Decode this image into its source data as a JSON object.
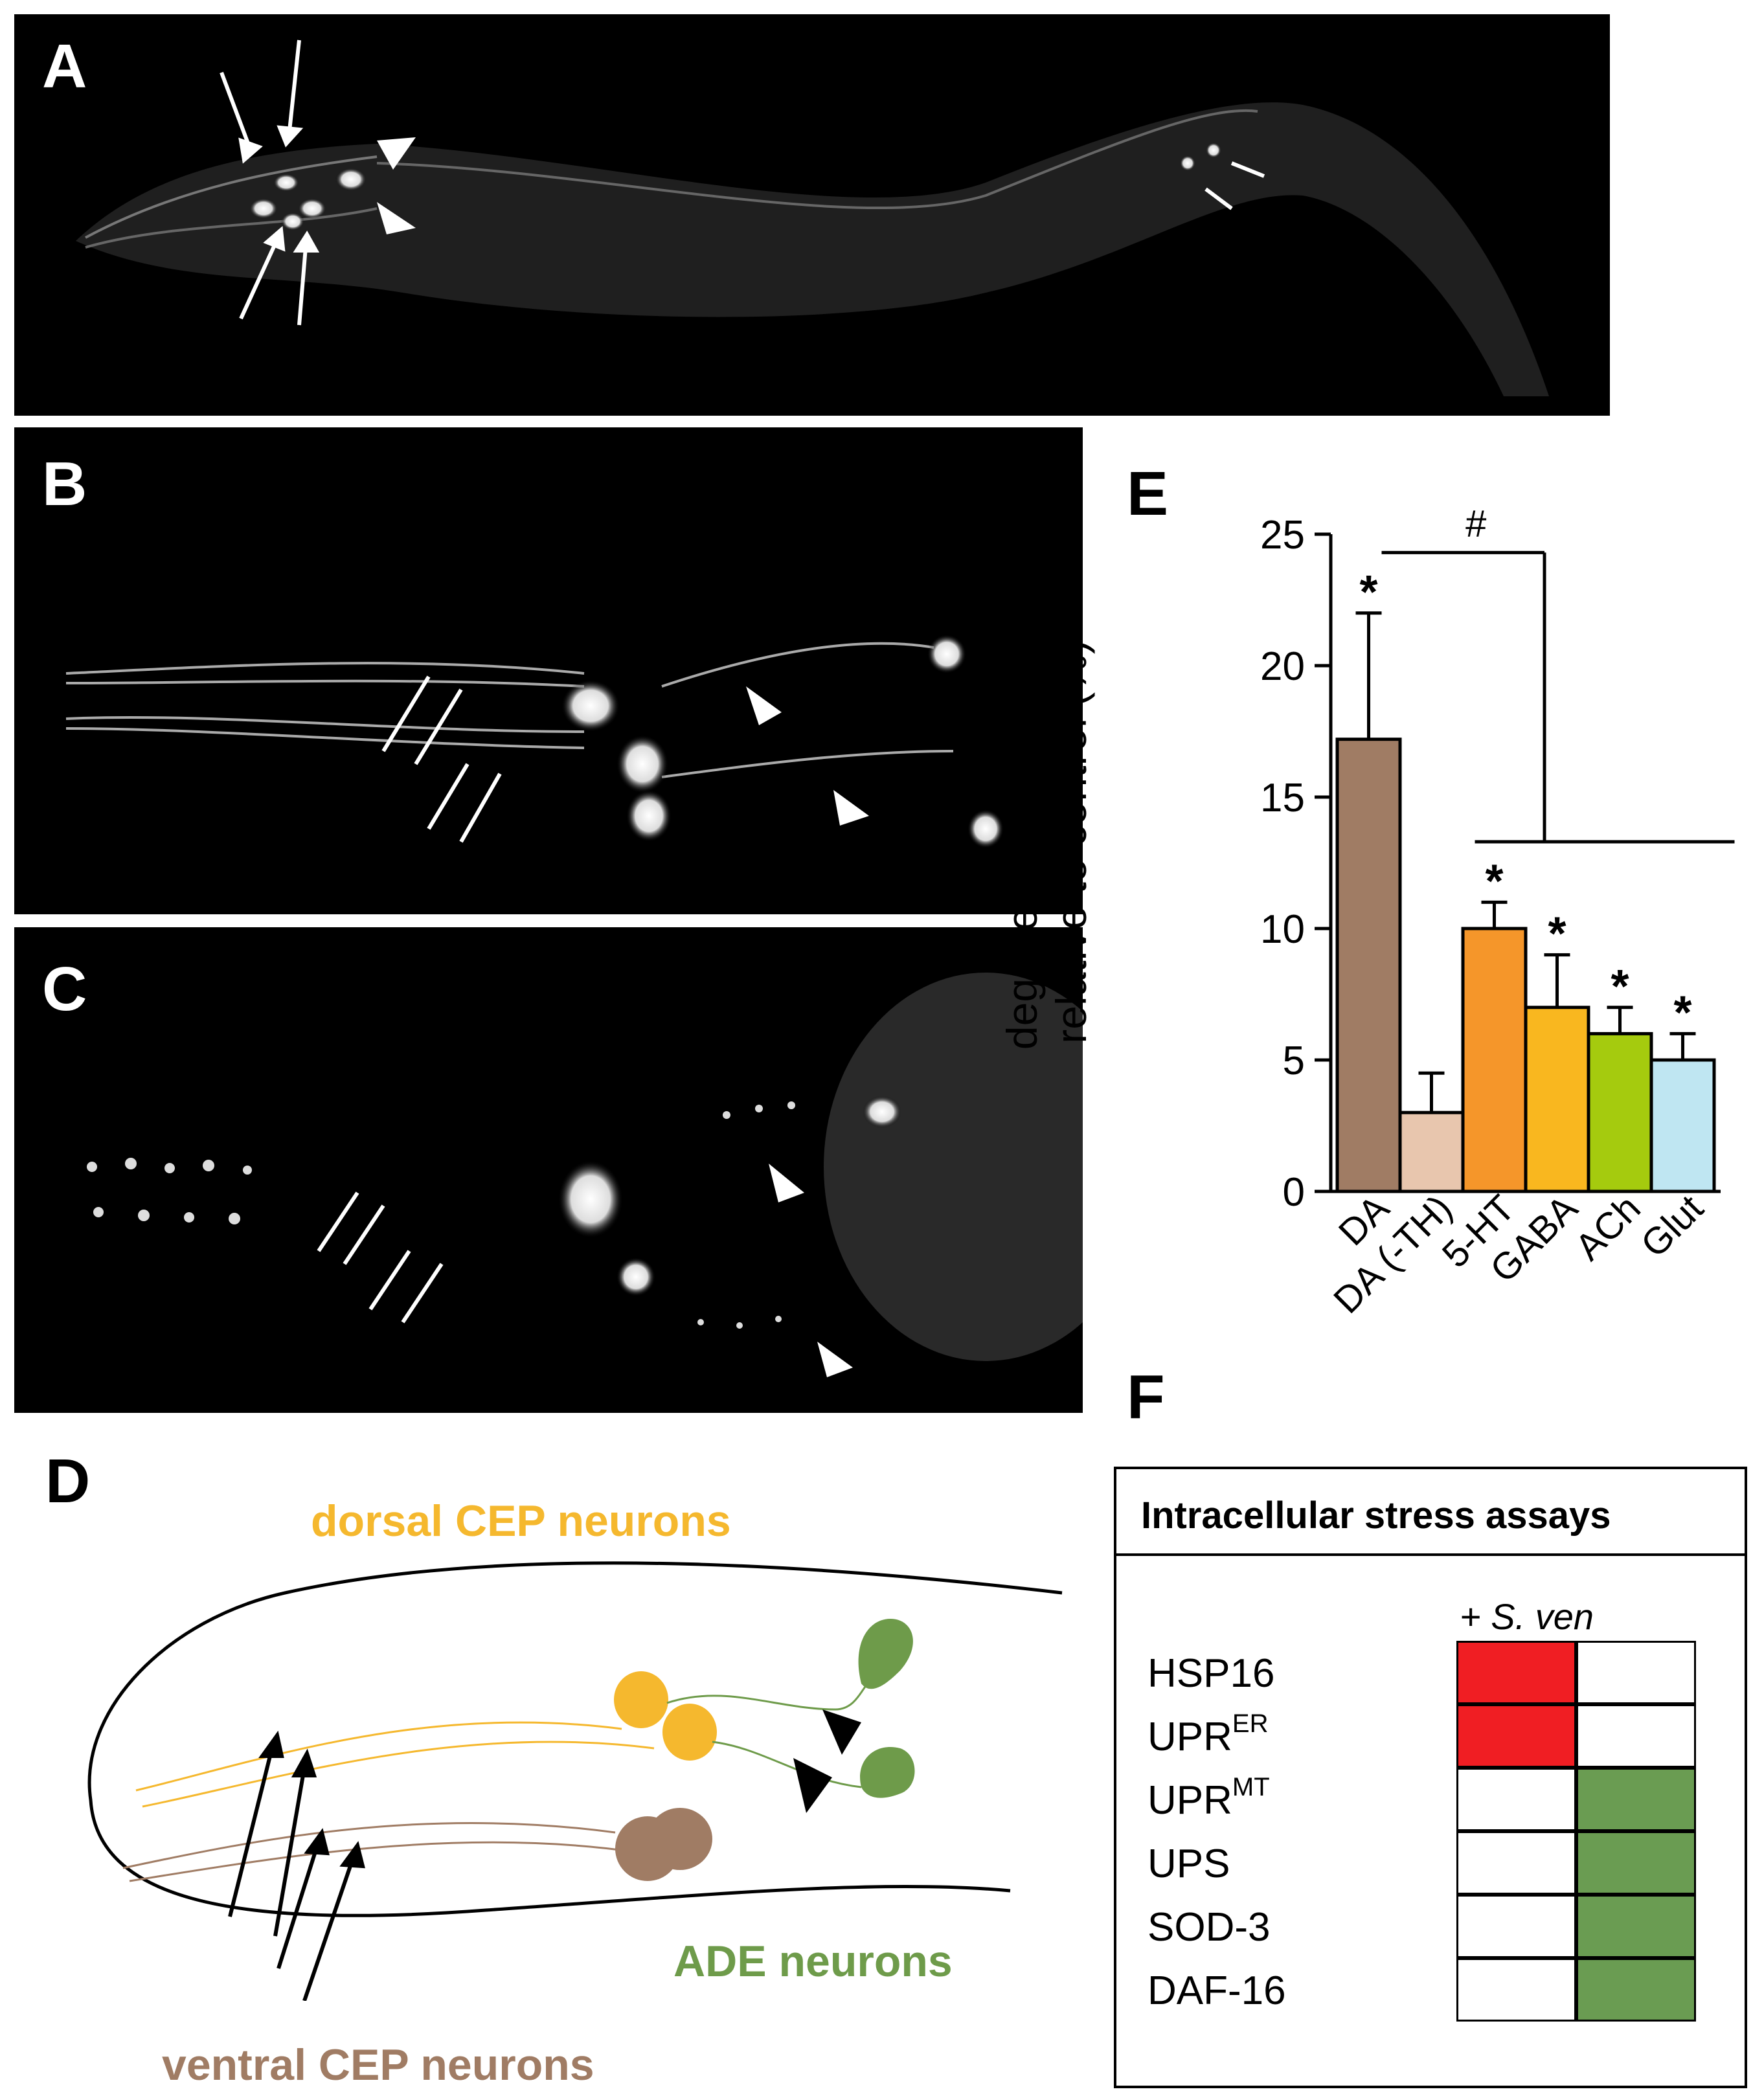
{
  "panels": {
    "a": {
      "letter": "A"
    },
    "b": {
      "letter": "B"
    },
    "c": {
      "letter": "C"
    },
    "d": {
      "letter": "D"
    },
    "e": {
      "letter": "E"
    },
    "f": {
      "letter": "F"
    }
  },
  "diagram": {
    "dorsal_label": "dorsal CEP neurons",
    "ade_label": "ADE neurons",
    "ventral_label": "ventral CEP neurons",
    "colors": {
      "dorsal": "#F5B82E",
      "ade": "#6E9B4A",
      "ventral": "#A07C64"
    }
  },
  "chart_data": {
    "type": "bar",
    "ylabel_line1": "degenerating neurons",
    "ylabel_line2": "relative to control (%)",
    "ylim": [
      0,
      25
    ],
    "yticks": [
      "0",
      "5",
      "10",
      "15",
      "20",
      "25"
    ],
    "categories": [
      "DA",
      "DA (-TH)",
      "5-HT",
      "GABA",
      "ACh",
      "Glut"
    ],
    "values": [
      17.2,
      3.0,
      10.0,
      7.0,
      6.0,
      5.0
    ],
    "errors": [
      4.8,
      1.5,
      1.0,
      2.0,
      1.0,
      1.0
    ],
    "colors": [
      "#A07C64",
      "#E8C6AE",
      "#F5962A",
      "#F9B71F",
      "#A5CB0E",
      "#BFE6F2"
    ],
    "significance": [
      "*",
      "",
      "*",
      "*",
      "*",
      "*"
    ],
    "bracket_label": "#"
  },
  "stress_table": {
    "title": "Intracellular stress assays",
    "column_header": "+ S. ven",
    "rows": [
      {
        "label": "HSP16",
        "sup": "",
        "up": true,
        "down": false
      },
      {
        "label": "UPR",
        "sup": "ER",
        "up": true,
        "down": false
      },
      {
        "label": "UPR",
        "sup": "MT",
        "up": false,
        "down": true
      },
      {
        "label": "UPS",
        "sup": "",
        "up": false,
        "down": true
      },
      {
        "label": "SOD-3",
        "sup": "",
        "up": false,
        "down": true
      },
      {
        "label": "DAF-16",
        "sup": "",
        "up": false,
        "down": true
      }
    ],
    "up_color": "#F01E23",
    "down_color": "#6A9C52"
  }
}
